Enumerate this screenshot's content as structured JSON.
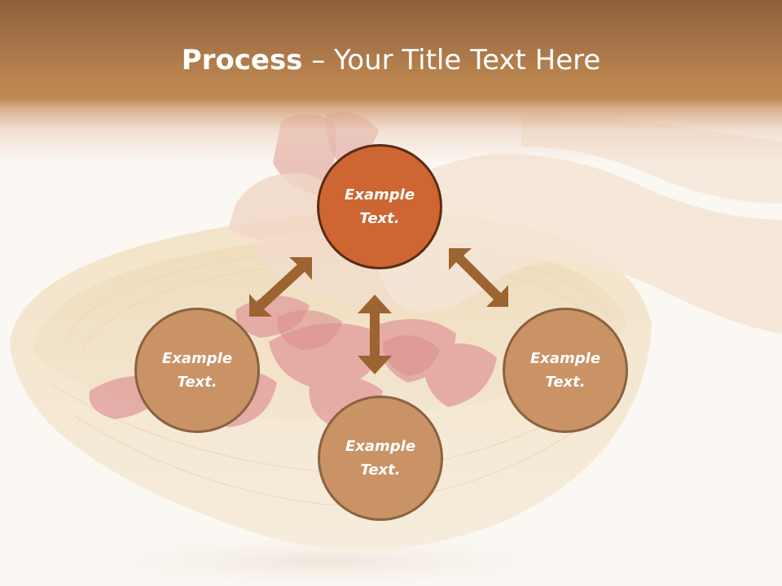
{
  "slide": {
    "title_bold": "Process",
    "title_rest": " – Your Title Text Here",
    "colors": {
      "header_top": "#8b5f3a",
      "header_bottom": "#c08a54",
      "node_active_fill": "#cd6632",
      "node_active_border": "#5a2c14",
      "node_fill": "#c99366",
      "node_border": "#8b6240",
      "arrow": "#9c6430",
      "background": "#fbf7f3"
    }
  },
  "diagram": {
    "nodes": [
      {
        "id": "top",
        "line1": "Example",
        "line2": "Text.",
        "active": true
      },
      {
        "id": "left",
        "line1": "Example",
        "line2": "Text.",
        "active": false
      },
      {
        "id": "right",
        "line1": "Example",
        "line2": "Text.",
        "active": false
      },
      {
        "id": "bottom",
        "line1": "Example",
        "line2": "Text.",
        "active": false
      }
    ],
    "arrows": [
      {
        "id": "top-left",
        "connects": [
          "top",
          "left"
        ],
        "type": "double-headed"
      },
      {
        "id": "top-right",
        "connects": [
          "top",
          "right"
        ],
        "type": "double-headed"
      },
      {
        "id": "top-bottom",
        "connects": [
          "top",
          "bottom"
        ],
        "type": "double-headed"
      }
    ]
  }
}
